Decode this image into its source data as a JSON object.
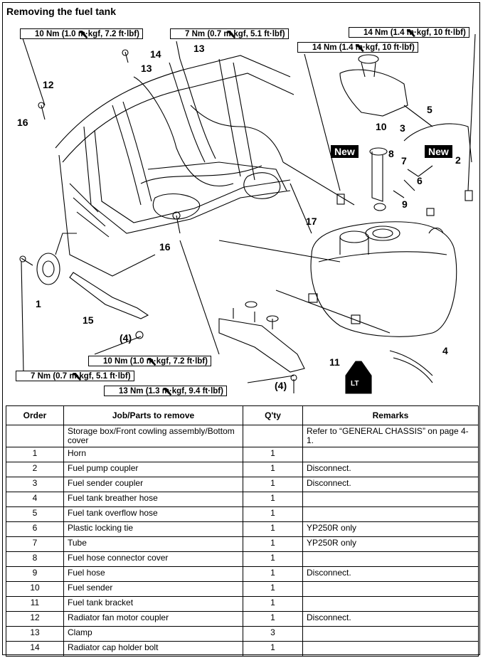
{
  "title": "Removing the fuel tank",
  "torque_specs": [
    "10 Nm (1.0 m·kgf, 7.2 ft·lbf)",
    "7 Nm (0.7 m·kgf, 5.1 ft·lbf)",
    "14 Nm (1.4 m·kgf, 10 ft·lbf)",
    "14 Nm (1.4 m·kgf, 10 ft·lbf)",
    "10 Nm (1.0 m·kgf, 7.2 ft·lbf)",
    "7 Nm (0.7 m·kgf, 5.1 ft·lbf)",
    "13 Nm (1.3 m·kgf, 9.4 ft·lbf)"
  ],
  "callouts": [
    "14",
    "13",
    "13",
    "12",
    "16",
    "16",
    "1",
    "15",
    "(4)",
    "5",
    "3",
    "10",
    "8",
    "7",
    "2",
    "6",
    "9",
    "17",
    "11",
    "4",
    "(4)"
  ],
  "new_labels": [
    "New",
    "New"
  ],
  "lt_label": "LT",
  "table": {
    "headers": [
      "Order",
      "Job/Parts to remove",
      "Q'ty",
      "Remarks"
    ],
    "rows": [
      [
        "",
        "Storage box/Front cowling assembly/Bottom cover",
        "",
        "Refer to “GENERAL CHASSIS” on page 4-1."
      ],
      [
        "1",
        "Horn",
        "1",
        ""
      ],
      [
        "2",
        "Fuel pump coupler",
        "1",
        "Disconnect."
      ],
      [
        "3",
        "Fuel sender coupler",
        "1",
        "Disconnect."
      ],
      [
        "4",
        "Fuel tank breather hose",
        "1",
        ""
      ],
      [
        "5",
        "Fuel tank overflow hose",
        "1",
        ""
      ],
      [
        "6",
        "Plastic locking tie",
        "1",
        "YP250R only"
      ],
      [
        "7",
        "Tube",
        "1",
        "YP250R only"
      ],
      [
        "8",
        "Fuel hose connector cover",
        "1",
        ""
      ],
      [
        "9",
        "Fuel hose",
        "1",
        "Disconnect."
      ],
      [
        "10",
        "Fuel sender",
        "1",
        ""
      ],
      [
        "11",
        "Fuel tank bracket",
        "1",
        ""
      ],
      [
        "12",
        "Radiator fan motor coupler",
        "1",
        "Disconnect."
      ],
      [
        "13",
        "Clamp",
        "3",
        ""
      ],
      [
        "14",
        "Radiator cap holder bolt",
        "1",
        ""
      ]
    ]
  }
}
